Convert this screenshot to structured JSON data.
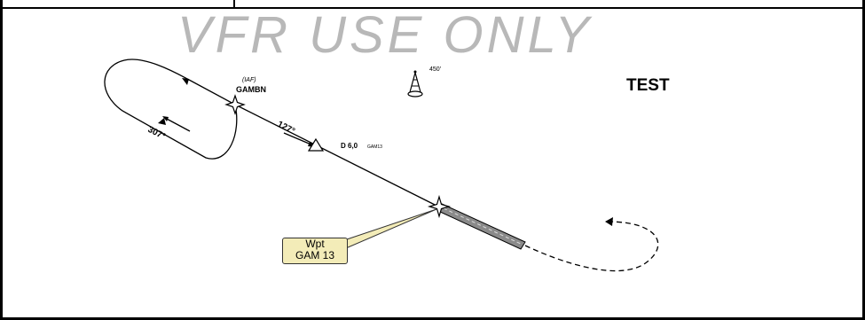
{
  "watermark": "VFR USE ONLY",
  "chart_label": "TEST",
  "iaf": {
    "designator": "(IAF)",
    "name": "GAMBN"
  },
  "obstacle": {
    "elevation": "450'"
  },
  "courses": {
    "inbound": "127°",
    "outbound": "307°"
  },
  "dme_fix": {
    "distance": "D 6,0",
    "station": "GAM13"
  },
  "waypoint": {
    "line1": "Wpt",
    "line2": "GAM 13"
  },
  "colors": {
    "watermark": "#b8b8b8",
    "wpt_fill": "#f3ecb8",
    "runway": "#8a8a8a"
  }
}
